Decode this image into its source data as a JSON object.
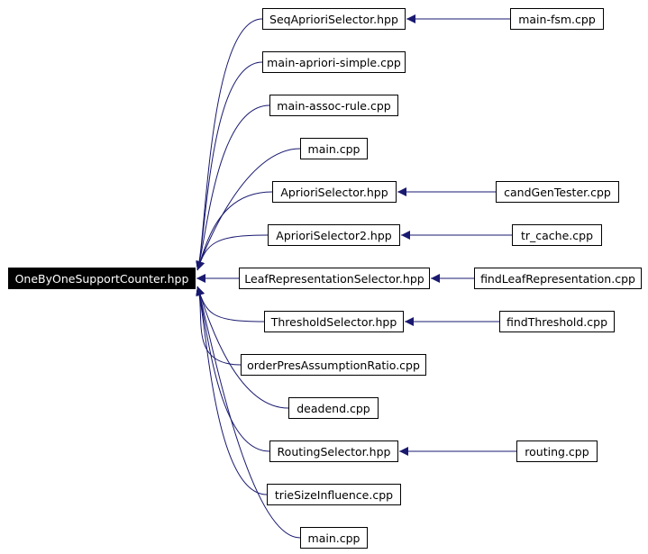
{
  "colors": {
    "edge": "#191970",
    "node_border": "#000000",
    "root_fill": "#000000",
    "root_text": "#ffffff"
  },
  "root": "OneByOneSupportCounter.hpp",
  "nodes": {
    "root": "OneByOneSupportCounter.hpp",
    "seq_apriori_selector": "SeqAprioriSelector.hpp",
    "main_fsm": "main-fsm.cpp",
    "main_apriori_simple": "main-apriori-simple.cpp",
    "main_assoc_rule": "main-assoc-rule.cpp",
    "main_cpp_1": "main.cpp",
    "apriori_selector": "AprioriSelector.hpp",
    "cand_gen_tester": "candGenTester.cpp",
    "apriori_selector2": "AprioriSelector2.hpp",
    "tr_cache": "tr_cache.cpp",
    "leaf_representation_selector": "LeafRepresentationSelector.hpp",
    "find_leaf_representation": "findLeafRepresentation.cpp",
    "threshold_selector": "ThresholdSelector.hpp",
    "find_threshold": "findThreshold.cpp",
    "order_pres_assumption_ratio": "orderPresAssumptionRatio.cpp",
    "deadend": "deadend.cpp",
    "routing_selector": "RoutingSelector.hpp",
    "routing": "routing.cpp",
    "trie_size_influence": "trieSizeInfluence.cpp",
    "main_cpp_2": "main.cpp"
  },
  "edges": [
    {
      "from": "seq_apriori_selector",
      "to": "root"
    },
    {
      "from": "main_apriori_simple",
      "to": "root"
    },
    {
      "from": "main_assoc_rule",
      "to": "root"
    },
    {
      "from": "main_cpp_1",
      "to": "root"
    },
    {
      "from": "apriori_selector",
      "to": "root"
    },
    {
      "from": "apriori_selector2",
      "to": "root"
    },
    {
      "from": "leaf_representation_selector",
      "to": "root"
    },
    {
      "from": "threshold_selector",
      "to": "root"
    },
    {
      "from": "order_pres_assumption_ratio",
      "to": "root"
    },
    {
      "from": "deadend",
      "to": "root"
    },
    {
      "from": "routing_selector",
      "to": "root"
    },
    {
      "from": "trie_size_influence",
      "to": "root"
    },
    {
      "from": "main_cpp_2",
      "to": "root"
    },
    {
      "from": "main_fsm",
      "to": "seq_apriori_selector"
    },
    {
      "from": "cand_gen_tester",
      "to": "apriori_selector"
    },
    {
      "from": "tr_cache",
      "to": "apriori_selector2"
    },
    {
      "from": "find_leaf_representation",
      "to": "leaf_representation_selector"
    },
    {
      "from": "find_threshold",
      "to": "threshold_selector"
    },
    {
      "from": "routing",
      "to": "routing_selector"
    }
  ]
}
